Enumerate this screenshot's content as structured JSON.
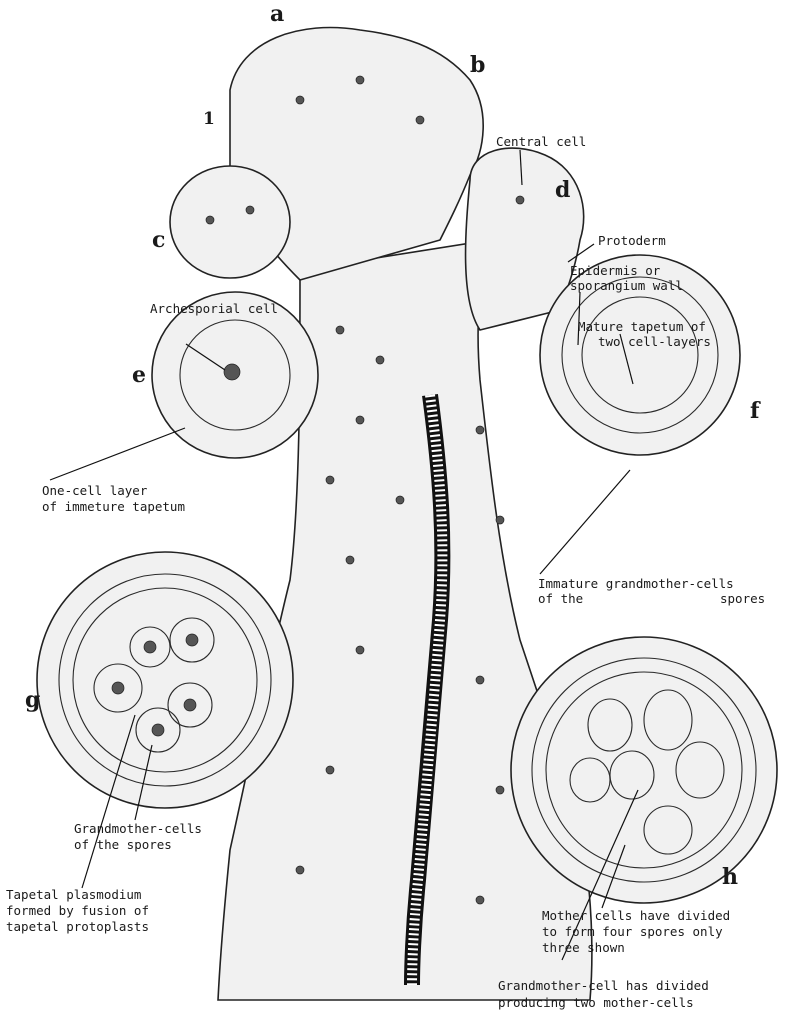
{
  "figure": {
    "letters": {
      "a": "a",
      "b": "b",
      "c": "c",
      "d": "d",
      "e": "e",
      "f": "f",
      "g": "g",
      "h": "h",
      "one": "1"
    },
    "labels": {
      "central_cell": "Central cell",
      "protoderm": "Protoderm",
      "epidermis_1": "Epidermis or",
      "epidermis_2": "sporangium wall",
      "archesporial": "Archesporial cell",
      "mature_tapetum_1": "Mature tapetum of",
      "mature_tapetum_2": "two cell-layers",
      "one_cell_layer_1": "One-cell layer",
      "one_cell_layer_2": "of immeture tapetum",
      "immature_gm_1": "Immature grandmother-cells",
      "immature_gm_2a": "of the",
      "immature_gm_2b": "spores",
      "gm_cells_1": "Grandmother-cells",
      "gm_cells_2": "of the spores",
      "tapetal_1": "Tapetal plasmodium",
      "tapetal_2": "formed by fusion of",
      "tapetal_3": "tapetal protoplasts",
      "mother_div_1": "Mother cells have divided",
      "mother_div_2": "to form four spores only",
      "mother_div_3": "three shown",
      "gm_div_1": "Grandmother-cell has divided",
      "gm_div_2": "producing two mother-cells"
    }
  }
}
